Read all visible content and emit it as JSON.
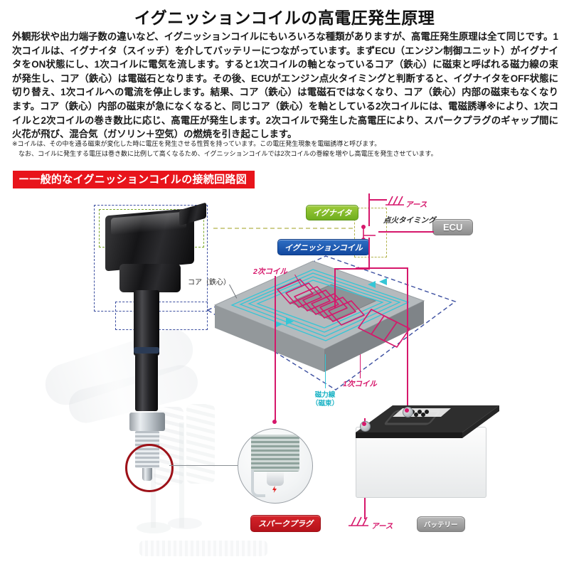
{
  "page": {
    "title": "イグニッションコイルの高電圧発生原理"
  },
  "body": {
    "paragraph": "外観形状や出力端子数の違いなど、イグニッションコイルにもいろいろな種類がありますが、高電圧発生原理は全て同じです。1次コイルは、イグナイタ（スイッチ）を介してバッテリーにつながっています。まずECU（エンジン制御ユニット）がイグナイタをON状態にし、1次コイルに電気を流します。すると1次コイルの軸となっているコア（鉄心）に磁束と呼ばれる磁力線の束が発生し、コア（鉄心）は電磁石となります。その後、ECUがエンジン点火タイミングと判断すると、イグナイタをOFF状態に切り替え、1次コイルへの電流を停止します。結果、コア（鉄心）は電磁石ではなくなり、コア（鉄心）内部の磁束もなくなります。コア（鉄心）内部の磁束が急になくなると、同じコア（鉄心）を軸としている2次コイルには、電磁誘導※により、1次コイルと2次コイルの巻き数比に応じ、高電圧が発生します。2次コイルで発生した高電圧により、スパークプラグのギャップ間に火花が飛び、混合気（ガソリン＋空気）の燃焼を引き起こします。",
    "footnote_1": "※コイルは、その中を通る磁束が変化した時に電圧を発生させる性質を持っています。この電圧発生現象を電磁誘導と呼びます。",
    "footnote_2": "なお、コイルに発生する電圧は巻き数に比例して高くなるため、イグニッションコイルでは2次コイルの巻線を増やし高電圧を発生させています。"
  },
  "section": {
    "banner_label": "ー一般的なイグニッションコイルの接続回路図",
    "banner_color": "#e8141b"
  },
  "diagram": {
    "labels": {
      "igniter": "イグナイタ",
      "ignition_coil": "イグニッションコイル",
      "ecu": "ECU",
      "ignition_timing": "点火タイミング",
      "ground_top": "アース",
      "ground_bottom": "アース",
      "secondary_coil": "2次コイル",
      "primary_coil": "1次コイル",
      "core": "コア（鉄心）",
      "magnetic_flux": "磁力線\n（磁束）",
      "magnetic_flux_line1": "磁力線",
      "magnetic_flux_line2": "（磁束）",
      "battery": "バッテリー",
      "spark_plug": "スパークプラグ"
    },
    "colors": {
      "wire_magenta": "#d6176b",
      "flux_cyan": "#35c6d6",
      "igniter_badge": "#6fae1f",
      "coil_badge": "#12489f",
      "spark_badge": "#b5121a",
      "ecu_badge": "#8d8d8d",
      "callout_dash": "#3c4fa0"
    }
  }
}
